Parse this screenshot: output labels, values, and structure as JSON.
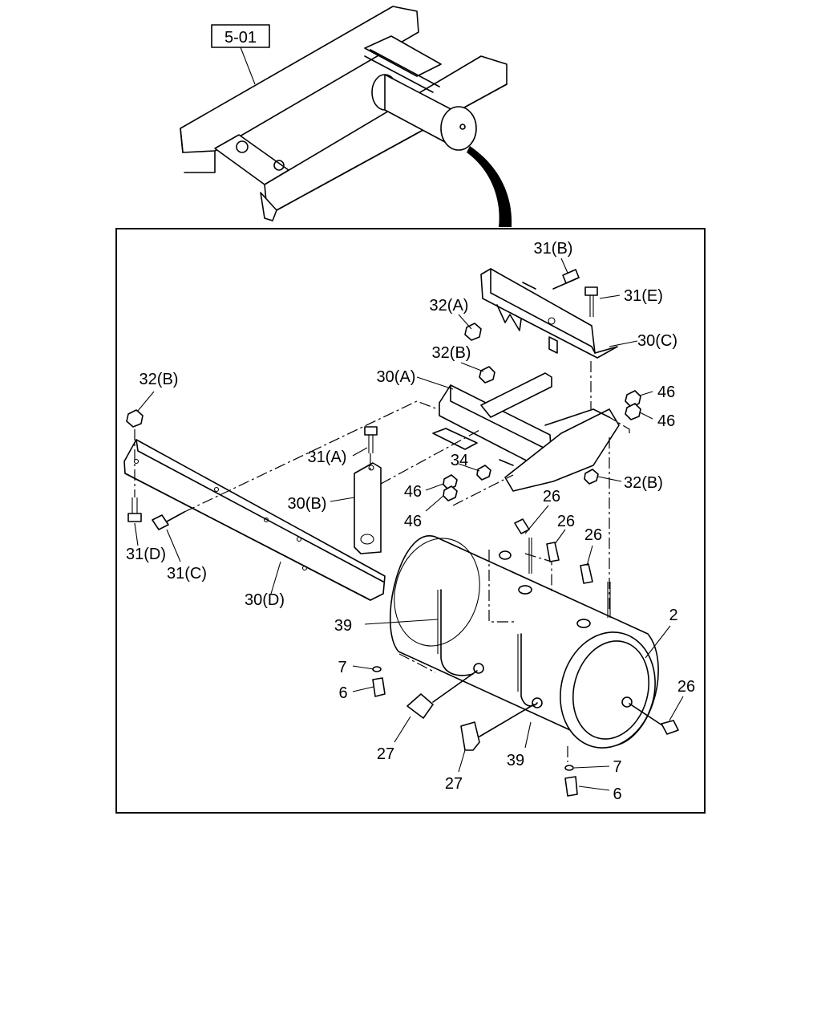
{
  "reference_box": {
    "label": "5-01"
  },
  "callouts": {
    "c_31b": "31(B)",
    "c_31e": "31(E)",
    "c_32a": "32(A)",
    "c_30c": "30(C)",
    "c_32b_top": "32(B)",
    "c_30a": "30(A)",
    "c_32b_left": "32(B)",
    "c_46_a": "46",
    "c_46_b": "46",
    "c_31a": "31(A)",
    "c_34": "34",
    "c_46_c": "46",
    "c_32b_right": "32(B)",
    "c_30b": "30(B)",
    "c_46_d": "46",
    "c_26_a": "26",
    "c_26_b": "26",
    "c_26_c": "26",
    "c_31d": "31(D)",
    "c_31c": "31(C)",
    "c_30d": "30(D)",
    "c_2": "2",
    "c_39_a": "39",
    "c_7_a": "7",
    "c_6_a": "6",
    "c_26_d": "26",
    "c_27_a": "27",
    "c_27_b": "27",
    "c_39_b": "39",
    "c_7_b": "7",
    "c_6_b": "6"
  }
}
